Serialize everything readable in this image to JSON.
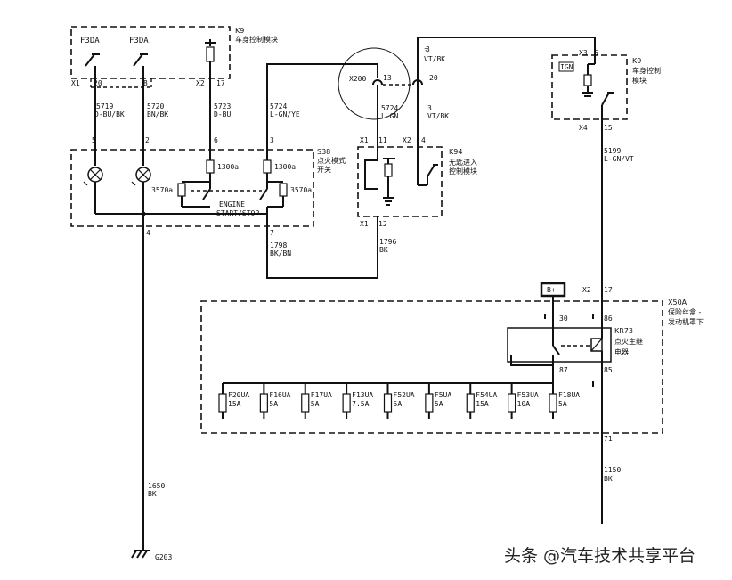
{
  "modules": {
    "k9_top": {
      "id": "K9",
      "name": "车身控制模块"
    },
    "k9_right": {
      "id": "K9",
      "name_line1": "车身控制",
      "name_line2": "模块",
      "ign": "IGN"
    },
    "s38": {
      "id": "S38",
      "name_line1": "点火模式",
      "name_line2": "开关"
    },
    "k94": {
      "id": "K94",
      "name_line1": "无匙进入",
      "name_line2": "控制模块"
    },
    "x50a": {
      "id": "X50A",
      "name_line1": "保险丝盒 -",
      "name_line2": "发动机罩下"
    },
    "kr73": {
      "id": "KR73",
      "name_line1": "点火主继",
      "name_line2": "电器"
    }
  },
  "switch_labels": {
    "f3da_1": "F3DA",
    "f3da_2": "F3DA",
    "engine_line1": "ENGINE",
    "engine_line2": "START/STOP"
  },
  "connectors": {
    "x1": "X1",
    "x2": "X2",
    "x3": "X3",
    "x4": "X4",
    "x200": "X200",
    "b_plus": "B+"
  },
  "pins": {
    "k9_20": "20",
    "k9_8": "8",
    "k9_17": "17",
    "s38_5": "5",
    "s38_2": "2",
    "s38_6": "6",
    "s38_3": "3",
    "s38_4": "4",
    "s38_7": "7",
    "x200_13": "13",
    "x200_20": "20",
    "k94_11": "11",
    "k94_4": "4",
    "k94_12": "12",
    "x3_3": "3",
    "x3_6": "6",
    "x4_15": "15",
    "x2_17": "17",
    "p30": "30",
    "p86": "86",
    "p87": "87",
    "p85": "85",
    "p71": "71"
  },
  "wires": {
    "w5719": {
      "num": "5719",
      "color": "D-BU/BK"
    },
    "w5720": {
      "num": "5720",
      "color": "BN/BK"
    },
    "w5723": {
      "num": "5723",
      "color": "D-BU"
    },
    "w5724a": {
      "num": "5724",
      "color": "L-GN/YE"
    },
    "w5724b": {
      "num": "5724",
      "color": "L-GN"
    },
    "w3top": {
      "num": "3",
      "color": "VT/BK"
    },
    "w3mid": {
      "num": "3",
      "color": "VT/BK"
    },
    "w1798": {
      "num": "1798",
      "color": "BK/BN"
    },
    "w1796": {
      "num": "1796",
      "color": "BK"
    },
    "w5199": {
      "num": "5199",
      "color": "L-GN/VT"
    },
    "w1650": {
      "num": "1650",
      "color": "BK"
    },
    "w1150": {
      "num": "1150",
      "color": "BK"
    }
  },
  "resistors": {
    "r1a": "1300a",
    "r1b": "1300a",
    "r2a": "3570a",
    "r2b": "3570a"
  },
  "fuses": [
    {
      "name": "F20UA",
      "rating": "15A"
    },
    {
      "name": "F16UA",
      "rating": "5A"
    },
    {
      "name": "F17UA",
      "rating": "5A"
    },
    {
      "name": "F13UA",
      "rating": "7.5A"
    },
    {
      "name": "F52UA",
      "rating": "5A"
    },
    {
      "name": "F5UA",
      "rating": "5A"
    },
    {
      "name": "F54UA",
      "rating": "15A"
    },
    {
      "name": "F53UA",
      "rating": "10A"
    },
    {
      "name": "F18UA",
      "rating": "5A"
    }
  ],
  "ground": "G203",
  "watermark": "头条 @汽车技术共享平台"
}
